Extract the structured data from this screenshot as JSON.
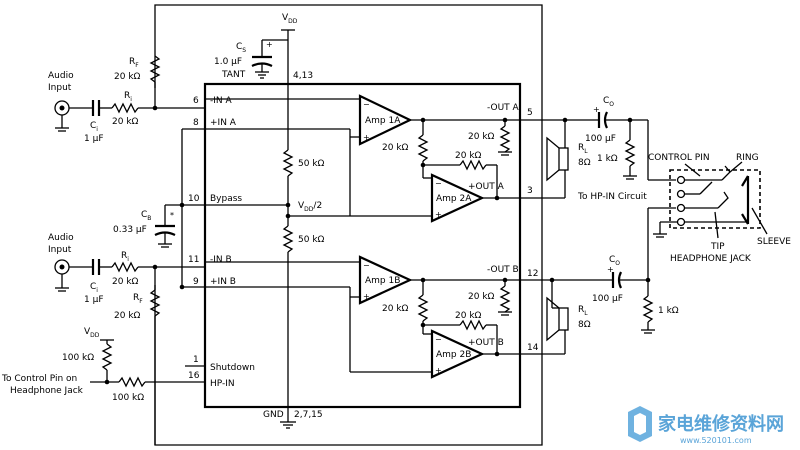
{
  "supply": {
    "vdd_label": "V",
    "vdd_sub": "DD",
    "pins": "4,13",
    "gnd_label": "GND",
    "gnd_pins": "2,7,15"
  },
  "cs": {
    "name": "C",
    "sub": "S",
    "value": "1.0 µF",
    "type": "TANT"
  },
  "rf_top": {
    "name": "R",
    "sub": "F",
    "value": "20 kΩ"
  },
  "ri_top": {
    "name": "R",
    "sub": "i",
    "value": "20 kΩ"
  },
  "ci_top": {
    "name": "C",
    "sub": "i",
    "value": "1 µF"
  },
  "audio_input_top": {
    "line1": "Audio",
    "line2": "Input"
  },
  "audio_input_bottom": {
    "line1": "Audio",
    "line2": "Input"
  },
  "ri_bot": {
    "name": "R",
    "sub": "i",
    "value": "20 kΩ"
  },
  "ci_bot": {
    "name": "C",
    "sub": "i",
    "value": "1 µF"
  },
  "rf_bot": {
    "name": "R",
    "sub": "F",
    "value": "20 kΩ"
  },
  "cb": {
    "name": "C",
    "sub": "B",
    "value": "0.33 µF",
    "mark": "*"
  },
  "pins": {
    "p6": "6",
    "p8": "8",
    "p10": "10",
    "p11": "11",
    "p9": "9",
    "p1": "1",
    "p16": "16",
    "p5": "5",
    "p3": "3",
    "p12": "12",
    "p14": "14",
    "l_in_a_neg": "-IN A",
    "l_in_a_pos": "+IN A",
    "l_bypass": "Bypass",
    "l_in_b_neg": "-IN B",
    "l_in_b_pos": "+IN B",
    "l_shutdown": "Shutdown",
    "l_hp_in": "HP-IN",
    "l_out_a_neg": "-OUT A",
    "l_out_a_pos": "+OUT A",
    "l_out_b_neg": "-OUT B",
    "l_out_b_pos": "+OUT B"
  },
  "amps": {
    "a1": "Amp 1A",
    "a2": "Amp 2A",
    "b1": "Amp 1B",
    "b2": "Amp 2B"
  },
  "internal": {
    "r_top": "50 kΩ",
    "r_bot": "50 kΩ",
    "vdd2_label": "V",
    "vdd2_sub": "DD",
    "vdd2_tail": "/2"
  },
  "fb_res": {
    "a1": "20 kΩ",
    "a2": "20 kΩ",
    "a3": "20 kΩ",
    "b1": "20 kΩ",
    "b2": "20 kΩ",
    "b3": "20 kΩ"
  },
  "out_a": {
    "co_name": "C",
    "co_sub": "O",
    "co_value": "100 µF",
    "r": "1 kΩ",
    "rl_name": "R",
    "rl_sub": "L",
    "rl_value": "8Ω"
  },
  "out_b": {
    "co_name": "C",
    "co_sub": "O",
    "co_value": "100 µF",
    "r": "1 kΩ",
    "rl_name": "R",
    "rl_sub": "L",
    "rl_value": "8Ω"
  },
  "jack": {
    "control_pin": "CONTROL PIN",
    "ring": "RING",
    "to_hp_in": "To HP-IN Circuit",
    "tip": "TIP",
    "headphone_jack": "HEADPHONE JACK",
    "sleeve": "SLEEVE"
  },
  "hp_circuit": {
    "vdd_label": "V",
    "vdd_sub": "DD",
    "r_top": "100 kΩ",
    "r_bot": "100 kΩ",
    "label_l1": "To Control Pin on",
    "label_l2": "Headphone Jack"
  },
  "watermark": {
    "cn": "家电维修资料网",
    "url": "www.520101.com"
  }
}
